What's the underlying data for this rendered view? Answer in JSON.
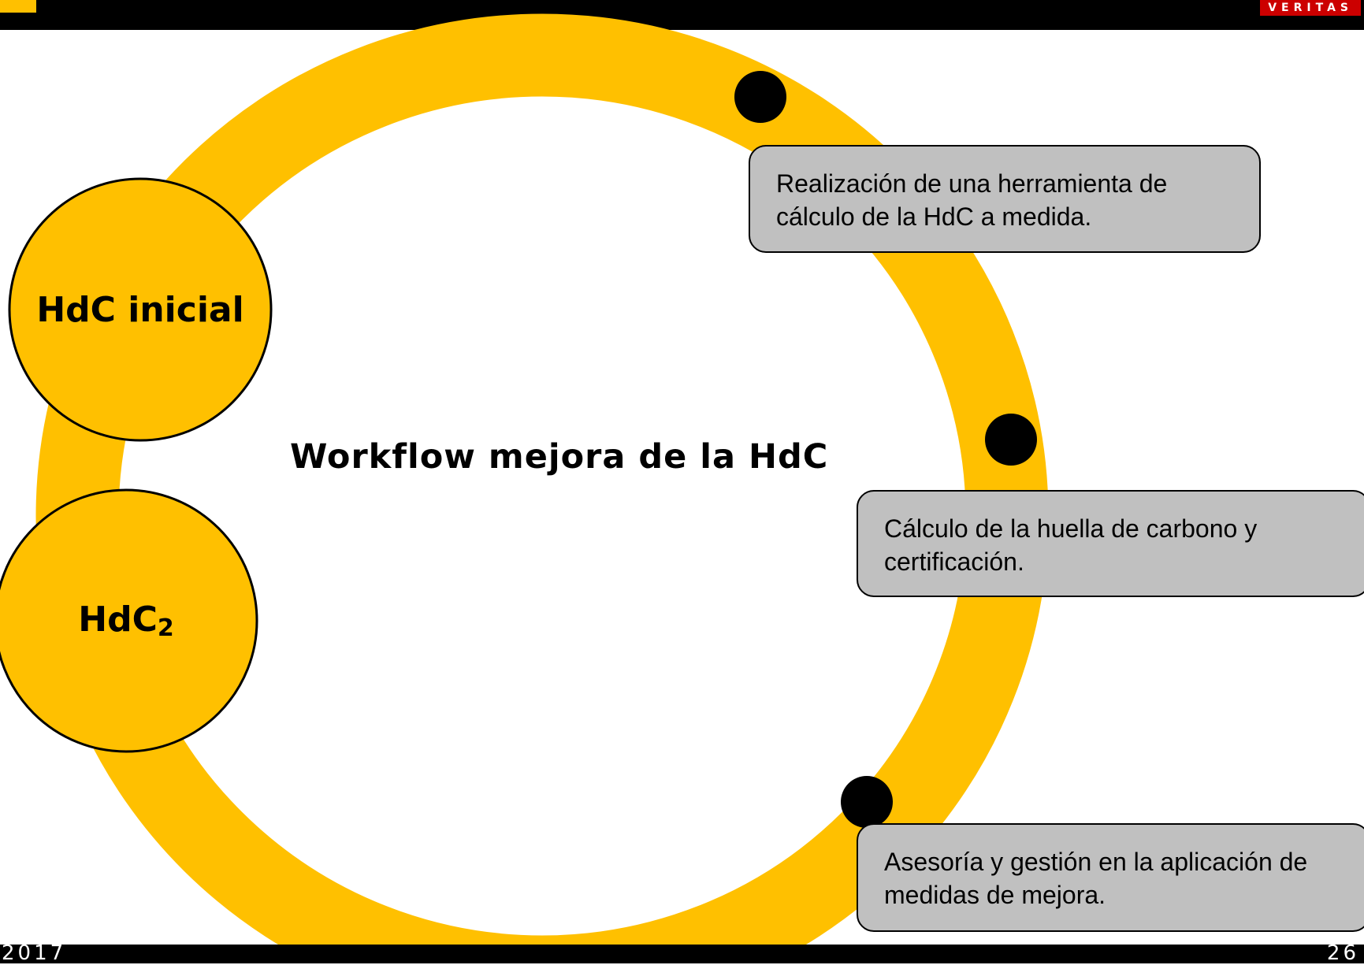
{
  "header": {
    "brand_text": "VERITAS"
  },
  "footer": {
    "year": "2017",
    "page_number": "26"
  },
  "colors": {
    "ring": "#FFC000",
    "box": "#C0C0C0",
    "marker": "#000000",
    "brand": "#CC0000"
  },
  "diagram": {
    "title": "Workflow mejora de la HdC",
    "stages": [
      {
        "label": "HdC inicial"
      },
      {
        "label": "HdC2"
      }
    ],
    "steps": [
      {
        "text": "Realización de una herramienta de cálculo de la HdC a medida."
      },
      {
        "text": "Cálculo de la huella de carbono y certificación."
      },
      {
        "text": "Asesoría y gestión en la aplicación de medidas de mejora."
      }
    ]
  }
}
